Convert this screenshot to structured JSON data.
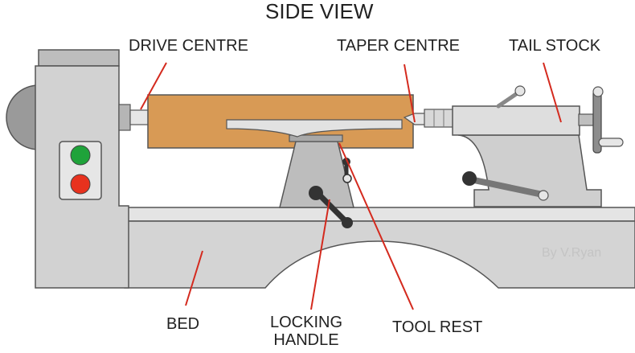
{
  "title": "SIDE VIEW",
  "labels": {
    "drive_centre": "DRIVE CENTRE",
    "taper_centre": "TAPER CENTRE",
    "tail_stock": "TAIL STOCK",
    "bed": "BED",
    "locking_handle_line1": "LOCKING",
    "locking_handle_line2": "HANDLE",
    "tool_rest": "TOOL REST"
  },
  "credit": "By V.Ryan",
  "colors": {
    "metal_light": "#dcdcdc",
    "metal_mid": "#c8c8c8",
    "metal_dark": "#8a8a8a",
    "wood": "#d89a55",
    "leader": "#d42a1e",
    "start_button": "#1fa33a",
    "stop_button": "#e8321e",
    "handle": "#333333"
  }
}
